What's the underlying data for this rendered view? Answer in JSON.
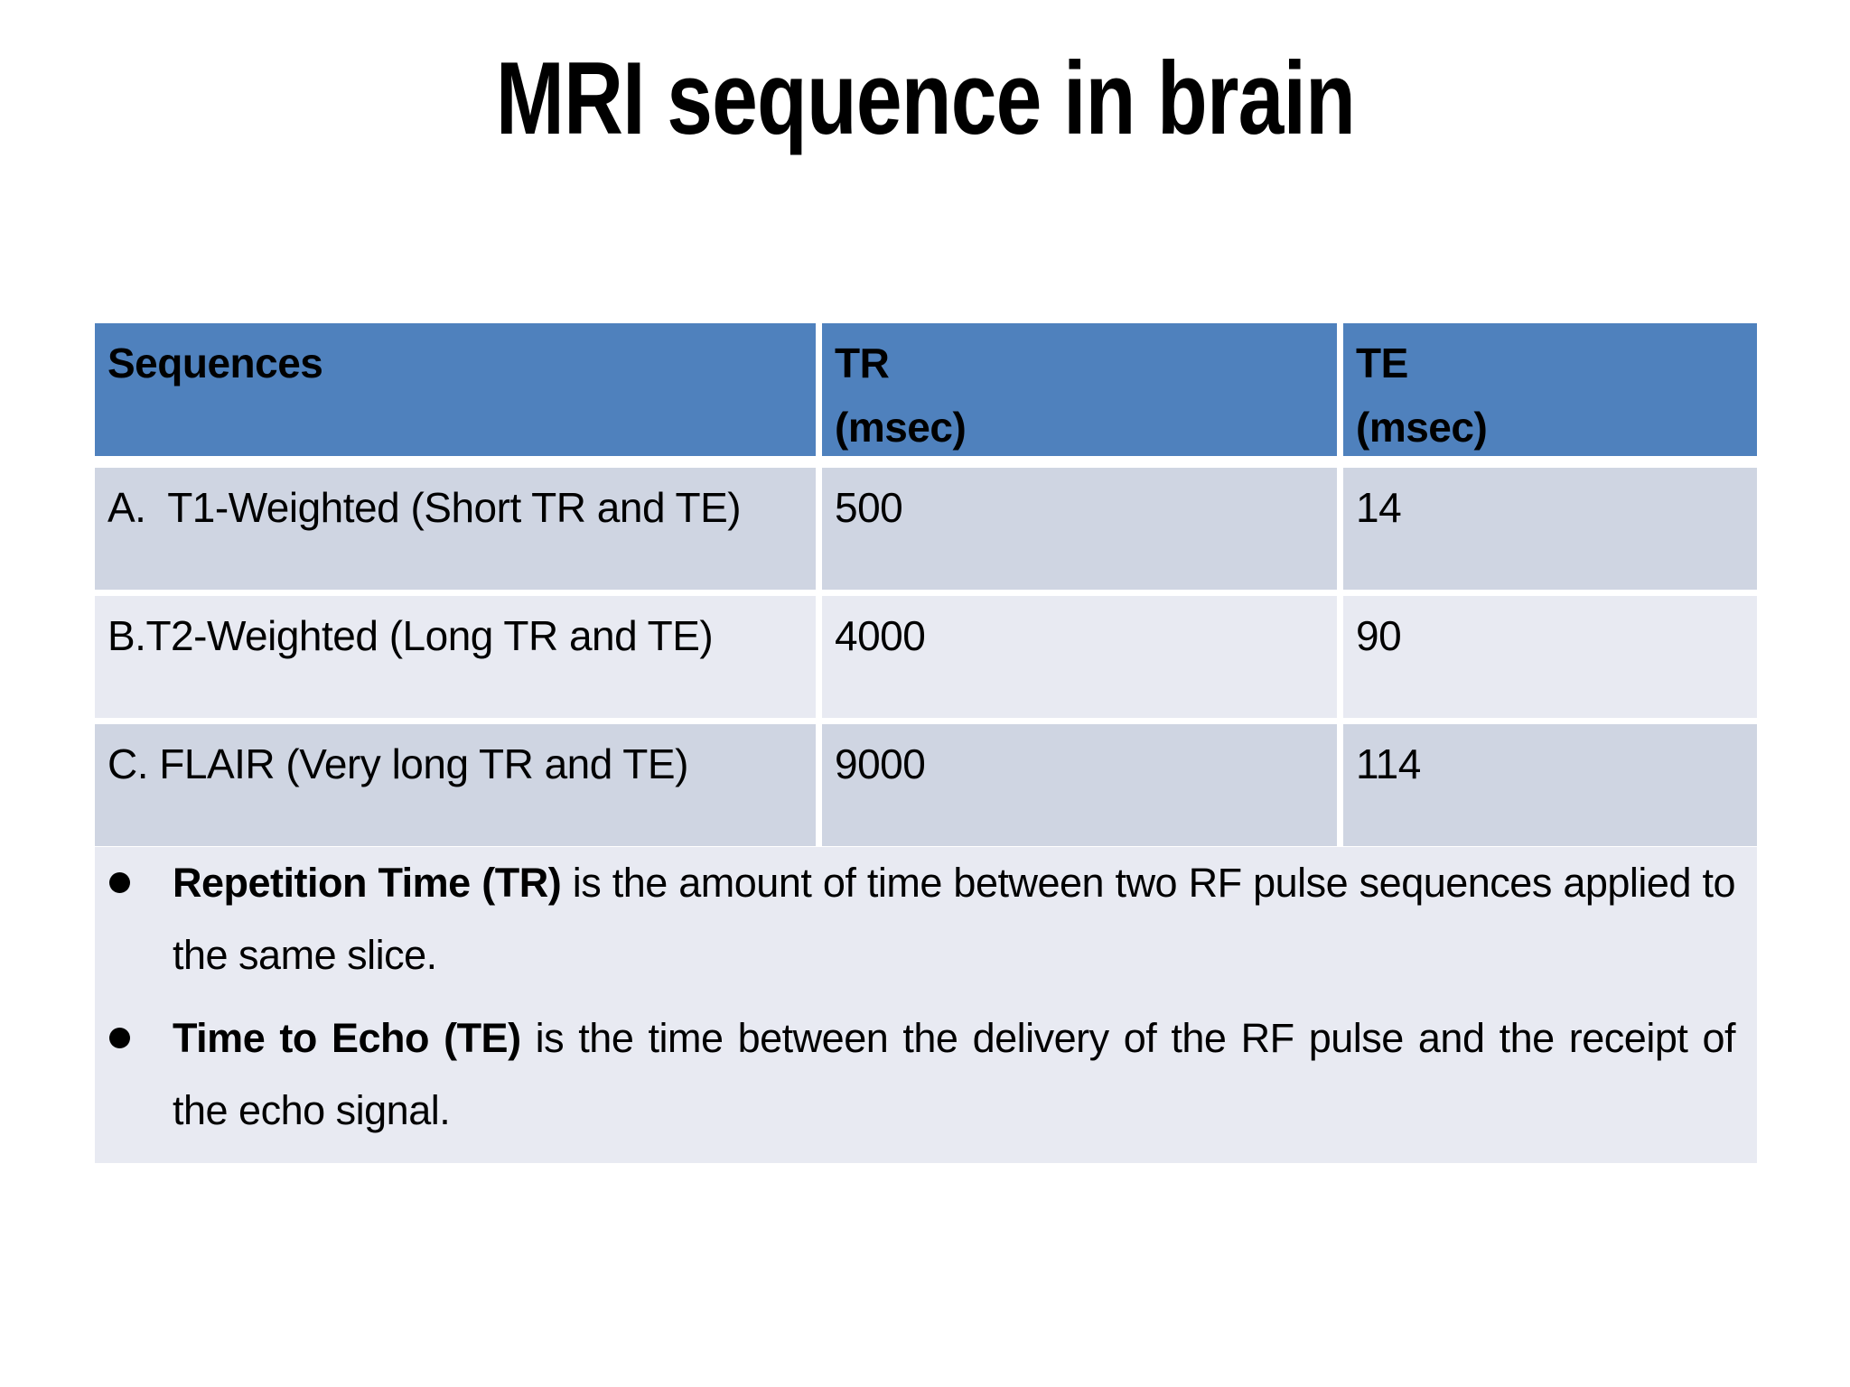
{
  "title": "MRI sequence in brain",
  "table": {
    "headers": [
      "Sequences",
      "TR\n(msec)",
      "TE\n(msec)"
    ],
    "rows": [
      {
        "sequence": "A.  T1-Weighted (Short TR and TE)",
        "tr": "500",
        "te": "14"
      },
      {
        "sequence": "B.T2-Weighted (Long TR and TE)",
        "tr": "4000",
        "te": "90"
      },
      {
        "sequence": "C. FLAIR (Very long TR and TE)",
        "tr": "9000",
        "te": "114"
      }
    ]
  },
  "bullets": [
    {
      "bold": "Repetition Time (TR)",
      "rest": " is the amount of time between two RF pulse sequences applied to the same slice."
    },
    {
      "bold": "Time to Echo (TE)",
      "rest": " is the time between the delivery of the RF pulse and the receipt of the echo signal."
    }
  ],
  "colors": {
    "header_bg": "#4F81BD",
    "row_band_dark": "#CFD5E2",
    "row_band_light": "#E8EAF2",
    "panel_bg": "#E8EAF2",
    "text": "#000000",
    "background": "#FFFFFF"
  }
}
